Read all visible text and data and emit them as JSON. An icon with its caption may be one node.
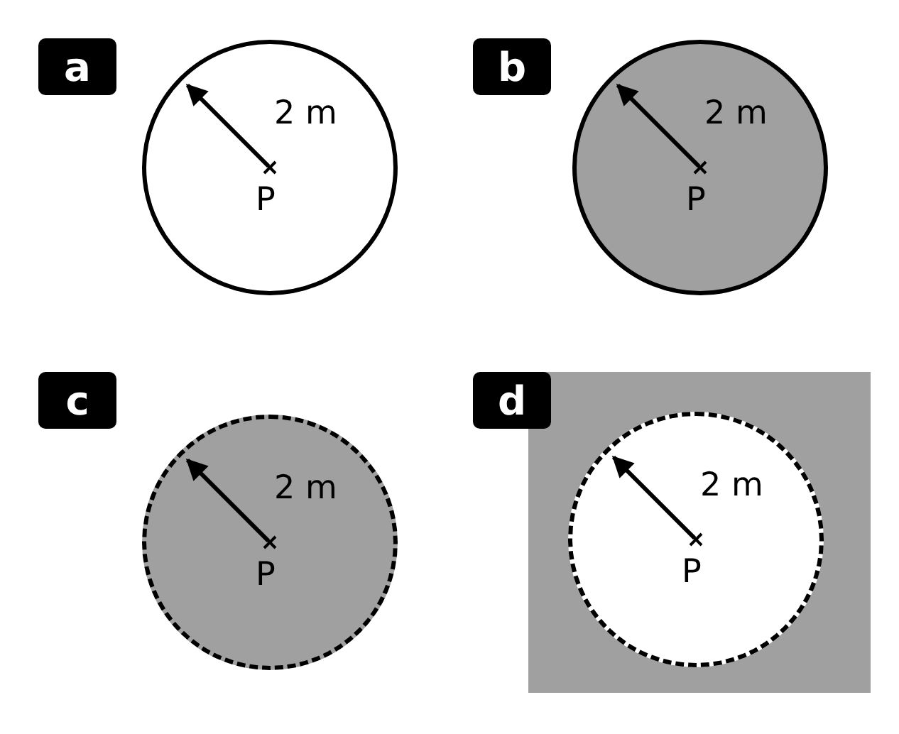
{
  "diagram": {
    "nodes": [
      {
        "text": [
          "a"
        ]
      },
      {
        "text": [
          "2 m",
          "P"
        ]
      },
      {
        "text": [
          "b"
        ]
      },
      {
        "text": [
          "2 m",
          "P"
        ]
      },
      {
        "text": [
          "c"
        ]
      },
      {
        "text": [
          "2 m",
          "P"
        ]
      },
      {
        "text": [
          "d"
        ]
      },
      {
        "text": [],
        "shape": "box"
      },
      {
        "text": [
          "2 m",
          "P"
        ],
        "in": 7
      }
    ]
  }
}
